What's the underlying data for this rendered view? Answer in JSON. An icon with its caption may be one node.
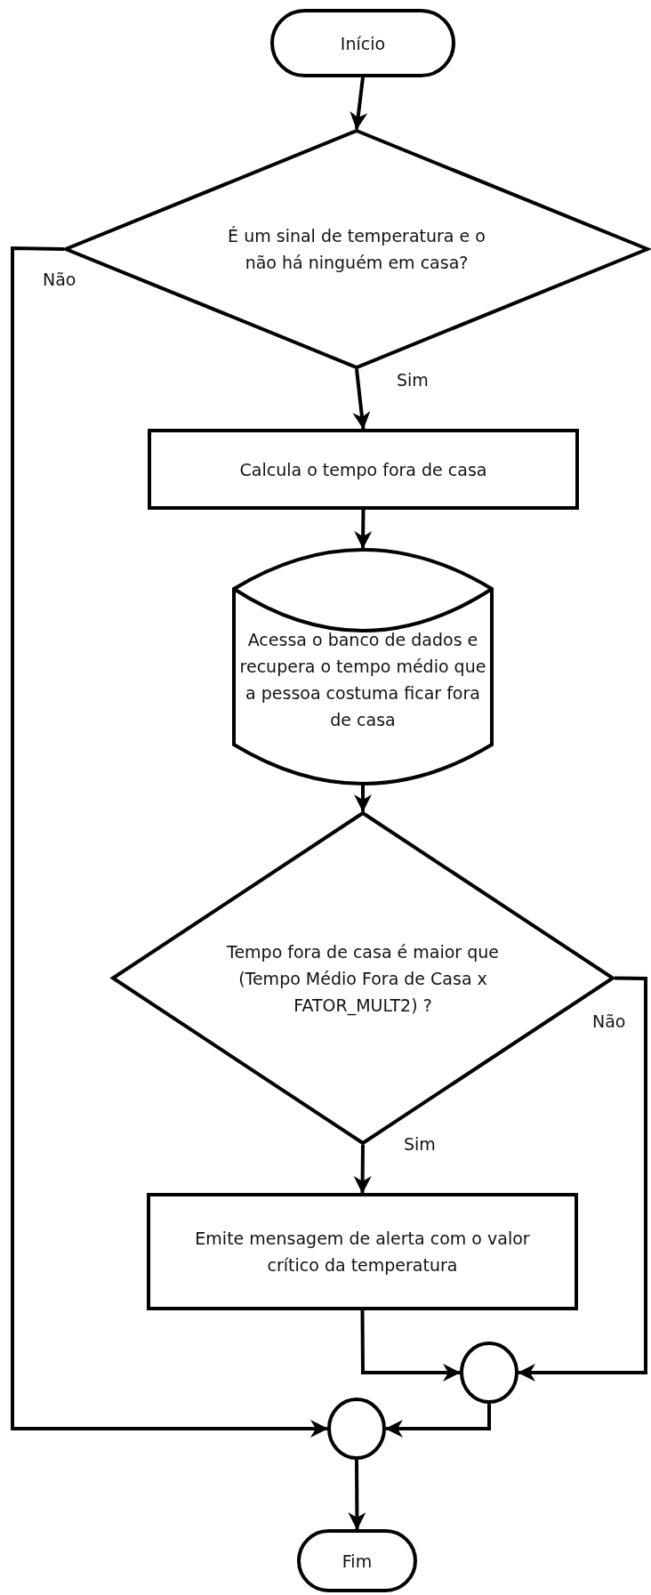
{
  "diagram": {
    "nodes": [
      {
        "text": [
          "Início"
        ]
      },
      {
        "text": [
          "É um sinal de temperatura e o não há ninguém em casa?"
        ]
      },
      {
        "text": [
          "Calcula o tempo fora de casa"
        ]
      },
      {
        "text": [
          "Acessa o banco de dados e recupera o tempo médio que a pessoa costuma ficar fora de casa"
        ]
      },
      {
        "text": [
          "Tempo fora de casa é maior que (Tempo Médio Fora de Casa x FATOR_MULT2) ?"
        ]
      },
      {
        "text": [
          "Emite mensagem de alerta com o valor crítico da temperatura"
        ]
      },
      {
        "text": [],
        "shape": "circle"
      },
      {
        "text": [],
        "shape": "circle"
      },
      {
        "text": [
          "Fim"
        ]
      }
    ],
    "edges": [
      {
        "from": 0,
        "to": 1,
        "arrow": "to"
      },
      {
        "from": 1,
        "to": 2,
        "arrow": "to",
        "label": "Sim"
      },
      {
        "from": 1,
        "to": 7,
        "arrow": "to",
        "label": "Não"
      },
      {
        "from": 2,
        "to": 3,
        "arrow": "to"
      },
      {
        "from": 3,
        "to": 4,
        "arrow": "to"
      },
      {
        "from": 4,
        "to": 5,
        "arrow": "to",
        "label": "Sim"
      },
      {
        "from": 4,
        "to": 6,
        "arrow": "to",
        "label": "Não"
      },
      {
        "from": 5,
        "to": 6,
        "arrow": "to"
      },
      {
        "from": 6,
        "to": 7,
        "arrow": "to"
      },
      {
        "from": 7,
        "to": 8,
        "arrow": "to"
      }
    ]
  }
}
